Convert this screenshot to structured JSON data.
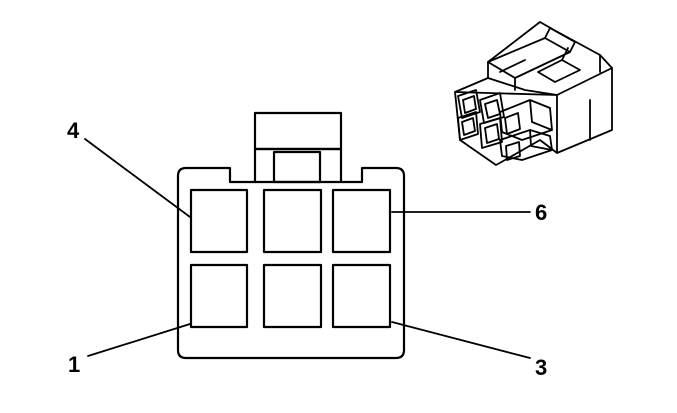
{
  "pin_labels": {
    "top_left": "4",
    "top_right": "6",
    "bottom_left": "1",
    "bottom_right": "3"
  },
  "connector": {
    "cavity_rows": 2,
    "cavity_columns": 3
  },
  "colors": {
    "line": "#000000",
    "background": "#ffffff"
  }
}
